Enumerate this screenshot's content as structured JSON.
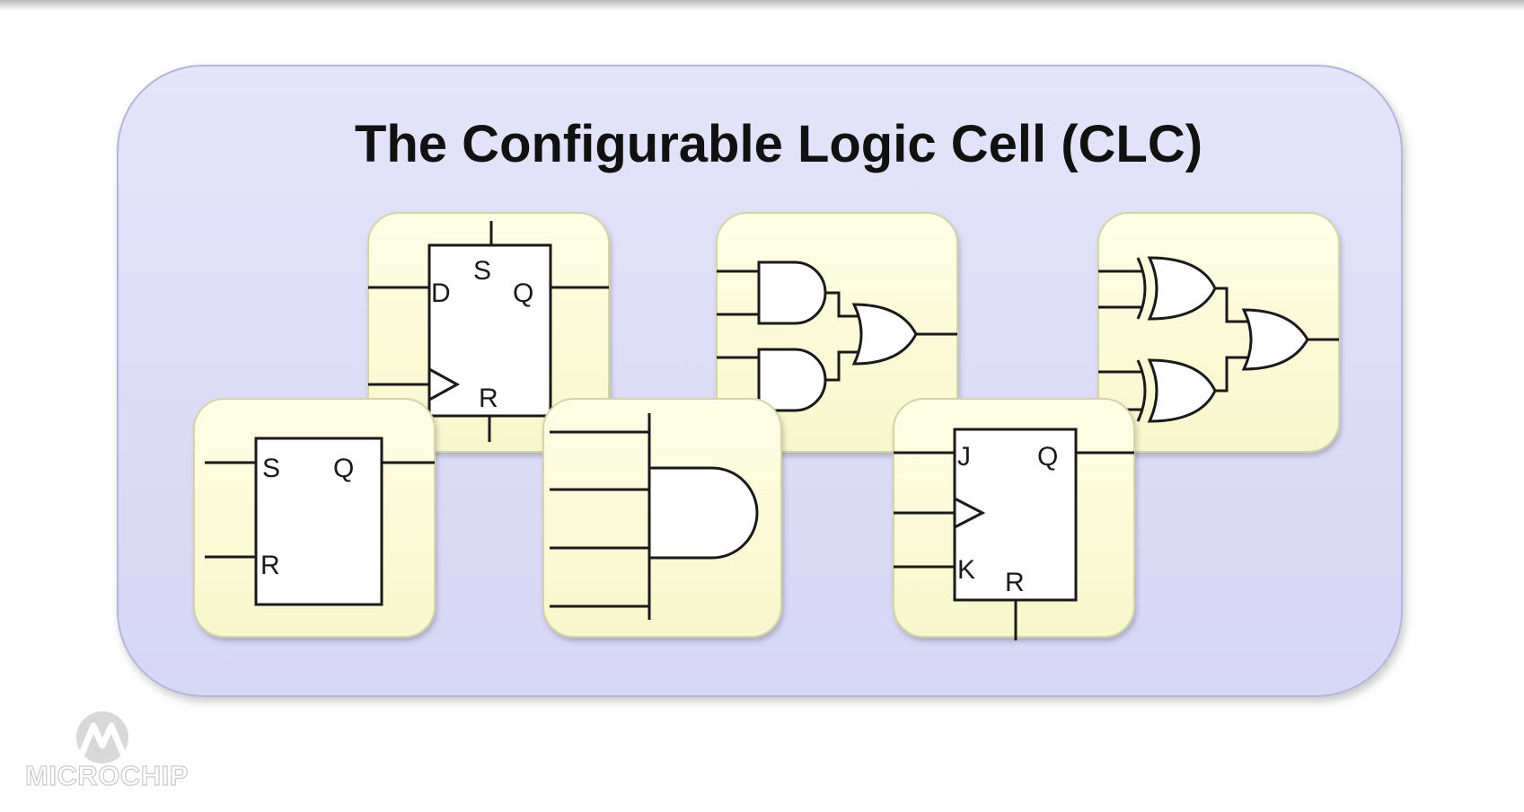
{
  "slide": {
    "title": "The Configurable Logic Cell (CLC)"
  },
  "tiles": {
    "d_flipflop": {
      "name": "D flip-flop",
      "pins": {
        "d": "D",
        "s": "S",
        "q": "Q",
        "r": "R"
      }
    },
    "and_or": {
      "name": "AND-OR"
    },
    "xor_or": {
      "name": "XOR-OR"
    },
    "sr_latch": {
      "name": "SR latch",
      "pins": {
        "s": "S",
        "q": "Q",
        "r": "R"
      }
    },
    "and4": {
      "name": "4-input AND"
    },
    "jk_flipflop": {
      "name": "JK flip-flop",
      "pins": {
        "j": "J",
        "q": "Q",
        "k": "K",
        "r": "R"
      }
    }
  },
  "logo": {
    "text": "MICROCHIP"
  },
  "colors": {
    "panel_fill": "#dadaf7",
    "panel_stroke": "#b4b4dc",
    "tile_fill": "#fbfbd8",
    "tile_stroke": "#d4d4a8",
    "symbol_fill": "#ffffff",
    "line": "#1a1a1a",
    "logo_gray": "#c9c9c9"
  }
}
